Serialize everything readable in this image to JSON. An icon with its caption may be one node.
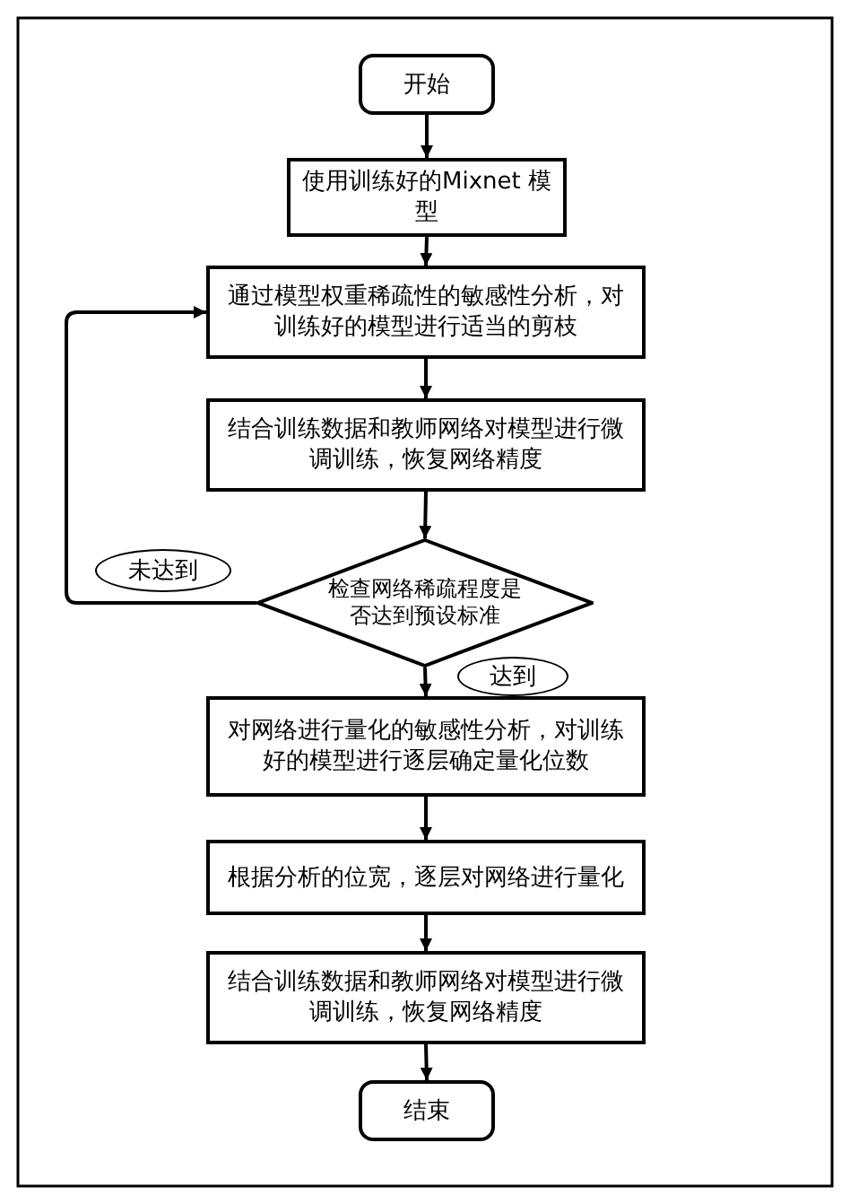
{
  "diagram": {
    "nodes": [
      {
        "text": [
          "开始"
        ]
      },
      {
        "text": [
          "使用训练好的Mixnet 模型"
        ]
      },
      {
        "text": [
          "通过模型权重稀疏性的敏感性分析，对训练好的模型进行适当的剪枝"
        ]
      },
      {
        "text": [
          "结合训练数据和教师网络对模型进行微调训练，恢复网络精度"
        ]
      },
      {
        "text": [
          "检查网络稀疏程度是否达到预设标准"
        ]
      },
      {
        "text": [
          "对网络进行量化的敏感性分析，对训练好的模型进行逐层确定量化位数"
        ]
      },
      {
        "text": [
          "根据分析的位宽，逐层对网络进行量化"
        ]
      },
      {
        "text": [
          "结合训练数据和教师网络对模型进行微调训练，恢复网络精度"
        ]
      },
      {
        "text": [
          "结束"
        ]
      }
    ],
    "edges": [
      {
        "from": 0,
        "to": 1,
        "arrow": "to"
      },
      {
        "from": 1,
        "to": 2,
        "arrow": "to"
      },
      {
        "from": 2,
        "to": 3,
        "arrow": "to"
      },
      {
        "from": 3,
        "to": 4,
        "arrow": "to"
      },
      {
        "from": 4,
        "to": 2,
        "arrow": "to",
        "label": "未达到"
      },
      {
        "from": 4,
        "to": 5,
        "arrow": "to",
        "label": "达到"
      },
      {
        "from": 5,
        "to": 6,
        "arrow": "to"
      },
      {
        "from": 6,
        "to": 7,
        "arrow": "to"
      },
      {
        "from": 7,
        "to": 8,
        "arrow": "to"
      }
    ]
  }
}
